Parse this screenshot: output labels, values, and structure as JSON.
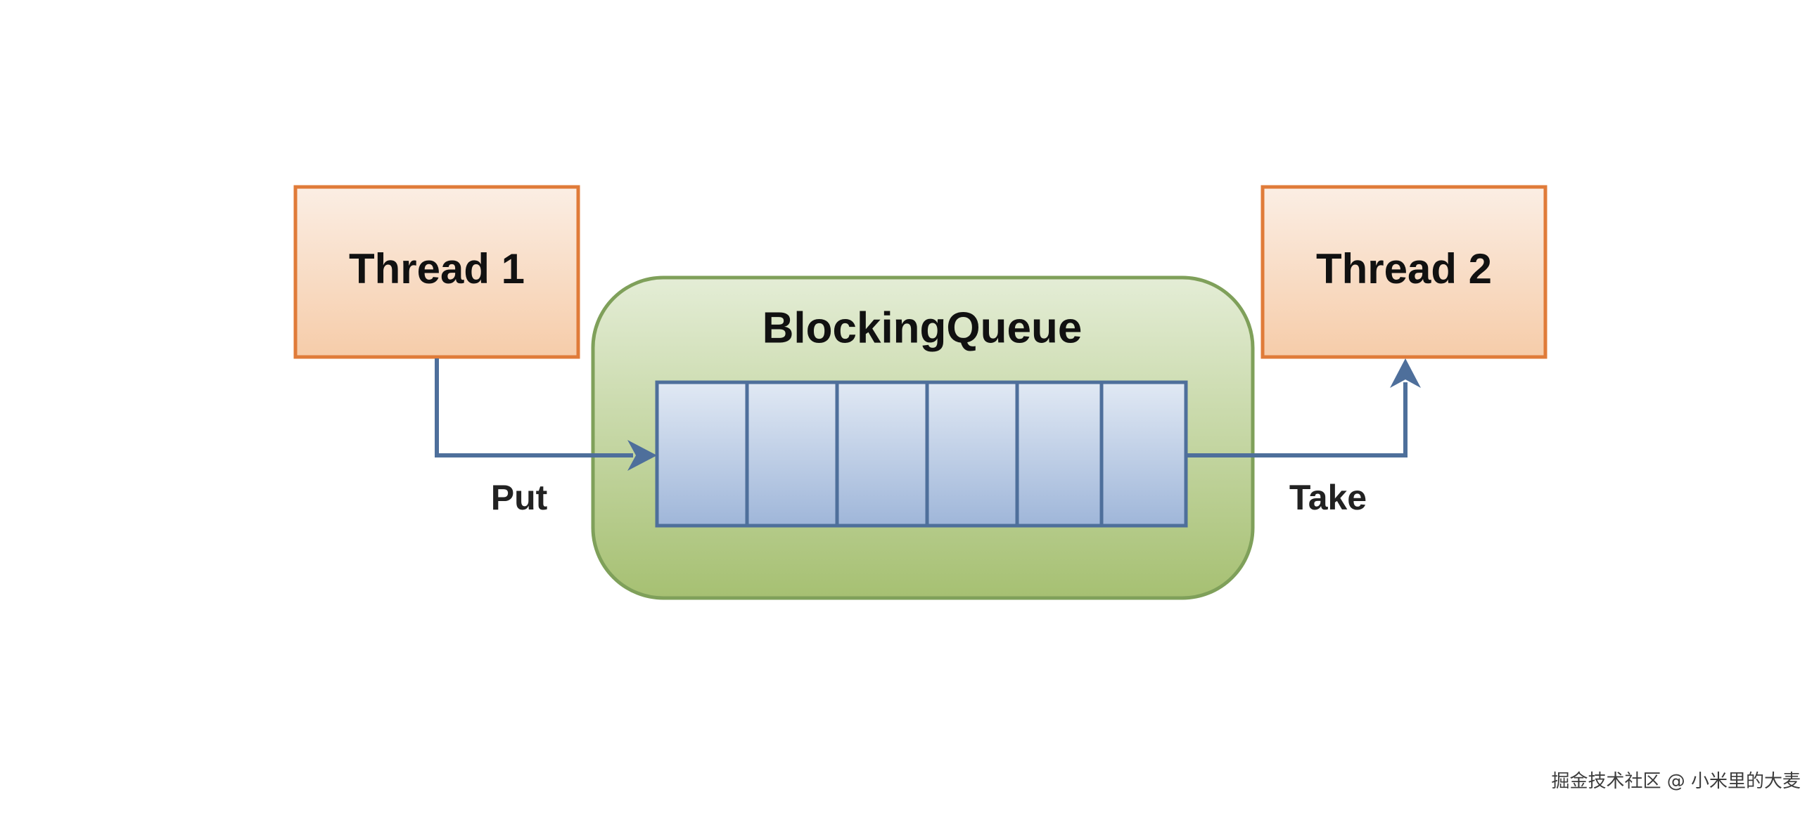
{
  "diagram": {
    "nodes": {
      "thread1": {
        "label": "Thread 1"
      },
      "thread2": {
        "label": "Thread 2"
      },
      "queue": {
        "label": "BlockingQueue",
        "slot_count": 6
      }
    },
    "edges": [
      {
        "from": "thread1",
        "to": "queue",
        "label": "Put"
      },
      {
        "from": "queue",
        "to": "thread2",
        "label": "Take"
      }
    ]
  },
  "watermark": "掘金技术社区 @ 小米里的大麦",
  "colors": {
    "thread_border": "#e07b39",
    "thread_fill_top": "#fbeee4",
    "thread_fill_bottom": "#f6cca9",
    "queue_border": "#7fa05a",
    "queue_fill_top": "#e4edd6",
    "queue_fill_bottom": "#a6c072",
    "slot_border": "#4e6f9b",
    "slot_fill_top": "#e1e9f4",
    "slot_fill_bottom": "#9fb6d9",
    "arrow": "#4e6f9b"
  }
}
